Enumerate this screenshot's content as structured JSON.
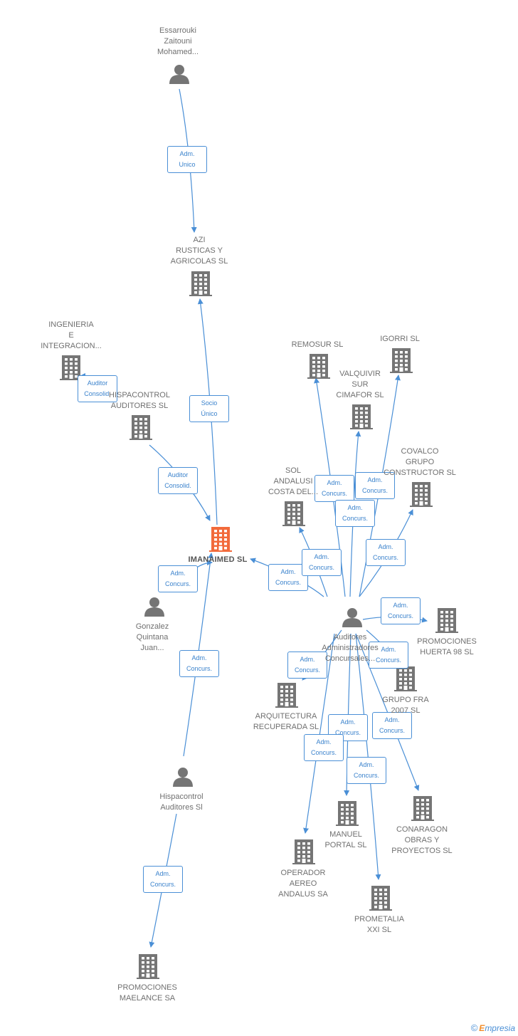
{
  "colors": {
    "edge": "#4a8fd6",
    "icon": "#757575",
    "central_icon": "#f26a3b",
    "label_text": "#707070"
  },
  "nodes": [
    {
      "id": "essarrouki",
      "type": "person",
      "label": "Essarrouki\nZaitouni\nMohamed..."
    },
    {
      "id": "azi",
      "type": "company",
      "label": "AZI\nRUSTICAS Y\nAGRICOLAS SL"
    },
    {
      "id": "ingenieria",
      "type": "company",
      "label": "INGENIERIA\nE\nINTEGRACION..."
    },
    {
      "id": "hispacontrol_sl",
      "type": "company",
      "label": "HISPACONTROL\nAUDITORES  SL"
    },
    {
      "id": "imanaimed",
      "type": "company",
      "central": true,
      "label": "IMANAIMED SL"
    },
    {
      "id": "gonzalez",
      "type": "person",
      "label": "Gonzalez\nQuintana\nJuan..."
    },
    {
      "id": "hispacontrol_si",
      "type": "person",
      "label": "Hispacontrol\nAuditores Sl"
    },
    {
      "id": "promociones_maelance",
      "type": "company",
      "label": "PROMOCIONES\nMAELANCE SA"
    },
    {
      "id": "remosur",
      "type": "company",
      "label": "REMOSUR SL"
    },
    {
      "id": "igorri",
      "type": "company",
      "label": "IGORRI SL"
    },
    {
      "id": "valquivir",
      "type": "company",
      "label": "VALQUIVIR\nSUR\nCIMAFOR SL"
    },
    {
      "id": "sol_andalusi",
      "type": "company",
      "label": "SOL\nANDALUSI\nCOSTA DEL..."
    },
    {
      "id": "covalco",
      "type": "company",
      "label": "COVALCO\nGRUPO\nCONSTRUCTOR SL"
    },
    {
      "id": "auditores_adm",
      "type": "person",
      "label": "Auditores\nAdministradores\nConcursales..."
    },
    {
      "id": "promociones_huerta",
      "type": "company",
      "label": "PROMOCIONES\nHUERTA 98 SL"
    },
    {
      "id": "arquitectura",
      "type": "company",
      "label": "ARQUITECTURA\nRECUPERADA SL"
    },
    {
      "id": "grupo_fra",
      "type": "company",
      "label": "GRUPO FRA\n2007 SL"
    },
    {
      "id": "conaragon",
      "type": "company",
      "label": "CONARAGON\nOBRAS Y\nPROYECTOS SL"
    },
    {
      "id": "manuel_portal",
      "type": "company",
      "label": "MANUEL\nPORTAL SL"
    },
    {
      "id": "operador_aereo",
      "type": "company",
      "label": "OPERADOR\nAEREO\nANDALUS SA"
    },
    {
      "id": "prometalia",
      "type": "company",
      "label": "PROMETALIA\nXXI SL"
    }
  ],
  "edges": [
    {
      "from": "essarrouki",
      "to": "azi",
      "label": "Adm.\nUnico"
    },
    {
      "from": "imanaimed",
      "to": "azi",
      "label": "Socio\nÚnico"
    },
    {
      "from": "hispacontrol_sl",
      "to": "ingenieria",
      "label": "Auditor\nConsolid."
    },
    {
      "from": "hispacontrol_sl",
      "to": "imanaimed",
      "label": "Auditor\nConsolid."
    },
    {
      "from": "gonzalez",
      "to": "imanaimed",
      "label": "Adm.\nConcurs."
    },
    {
      "from": "hispacontrol_si",
      "to": "imanaimed",
      "label": "Adm.\nConcurs."
    },
    {
      "from": "hispacontrol_si",
      "to": "promociones_maelance",
      "label": "Adm.\nConcurs."
    },
    {
      "from": "auditores_adm",
      "to": "imanaimed",
      "label": "Adm.\nConcurs."
    },
    {
      "from": "auditores_adm",
      "to": "sol_andalusi",
      "label": "Adm.\nConcurs."
    },
    {
      "from": "auditores_adm",
      "to": "remosur",
      "label": "Adm.\nConcurs."
    },
    {
      "from": "auditores_adm",
      "to": "igorri",
      "label": "Adm.\nConcurs."
    },
    {
      "from": "auditores_adm",
      "to": "valquivir",
      "label": "Adm.\nConcurs."
    },
    {
      "from": "auditores_adm",
      "to": "covalco",
      "label": "Adm.\nConcurs."
    },
    {
      "from": "auditores_adm",
      "to": "promociones_huerta",
      "label": "Adm.\nConcurs."
    },
    {
      "from": "auditores_adm",
      "to": "arquitectura",
      "label": "Adm.\nConcurs."
    },
    {
      "from": "auditores_adm",
      "to": "grupo_fra",
      "label": "Adm.\nConcurs."
    },
    {
      "from": "auditores_adm",
      "to": "conaragon",
      "label": "Adm.\nConcurs."
    },
    {
      "from": "auditores_adm",
      "to": "manuel_portal",
      "label": "Adm.\nConcurs."
    },
    {
      "from": "auditores_adm",
      "to": "operador_aereo",
      "label": "Adm.\nConcurs."
    },
    {
      "from": "auditores_adm",
      "to": "prometalia",
      "label": "Adm.\nConcurs."
    }
  ],
  "footer": {
    "copyright": "©",
    "brand_first": "E",
    "brand_rest": "mpresia"
  }
}
